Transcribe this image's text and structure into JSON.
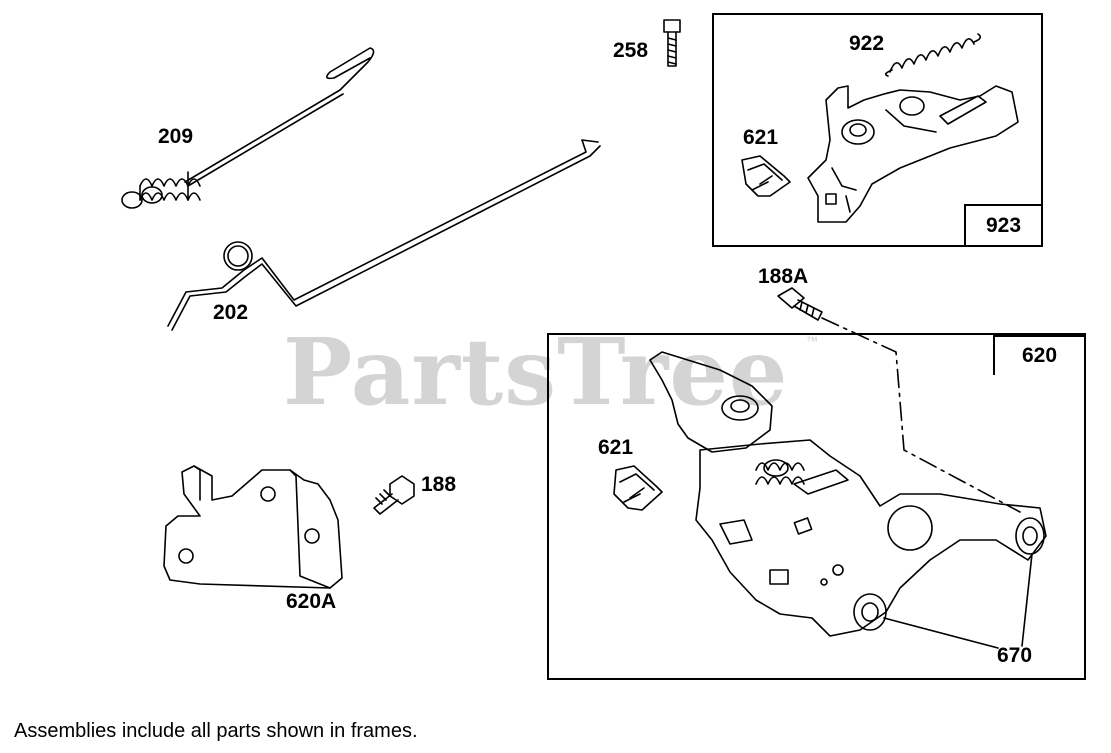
{
  "watermark": {
    "text": "PartsTree",
    "tm": "™"
  },
  "callouts": {
    "c209": "209",
    "c202": "202",
    "c258": "258",
    "c922": "922",
    "c621a": "621",
    "c923": "923",
    "c188a": "188A",
    "c620": "620",
    "c621b": "621",
    "c188": "188",
    "c620a": "620A",
    "c670": "670"
  },
  "footnote": "Assemblies include all parts shown in frames."
}
